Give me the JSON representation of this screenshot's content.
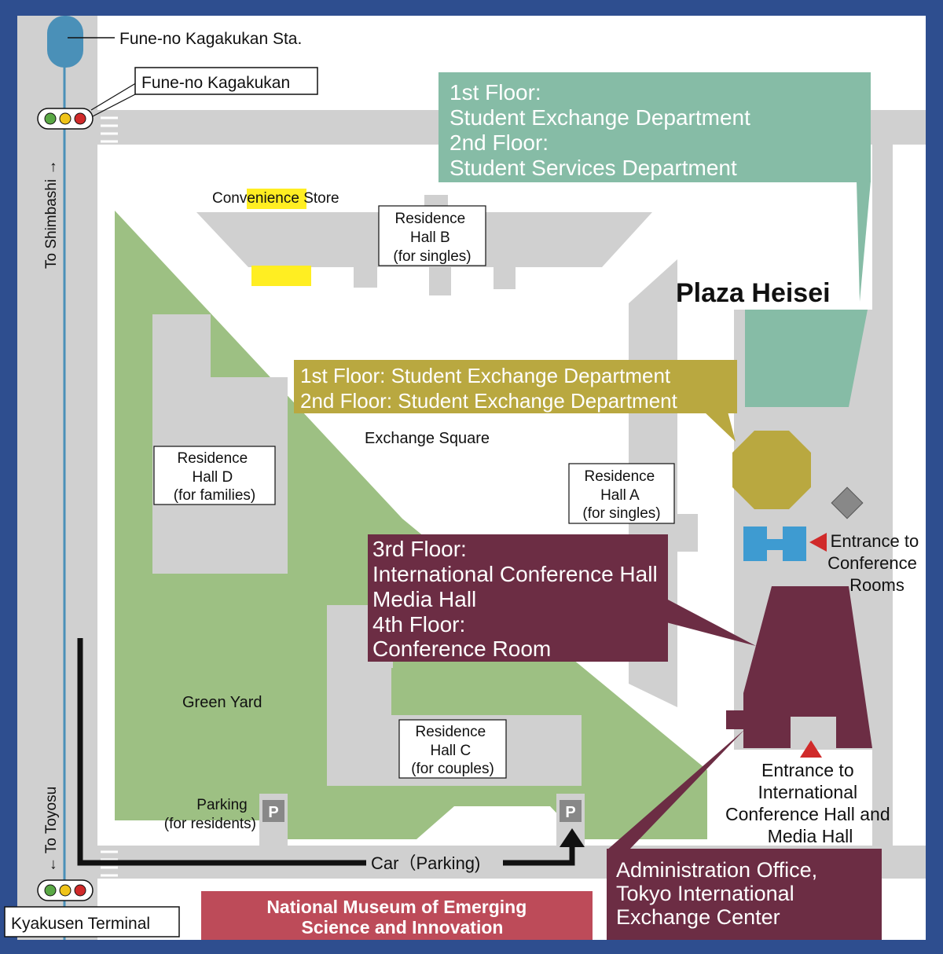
{
  "stations": {
    "fune_station": "Fune-no Kagakukan Sta.",
    "fune_signal": "Fune-no Kagakukan",
    "kyakusen": "Kyakusen Terminal"
  },
  "directions": {
    "shimbashi": "To Shimbashi →",
    "toyosu": "← To Toyosu"
  },
  "plaza_heisei": {
    "title": "Plaza Heisei",
    "callout": [
      "1st Floor:",
      "Student Exchange Department",
      "2nd Floor:",
      "Student Services Department"
    ]
  },
  "exchange_callout": [
    "1st Floor:  Student Exchange Department",
    "2nd Floor: Student Exchange Department"
  ],
  "conference_callout": [
    "3rd Floor:",
    "International Conference Hall",
    "Media Hall",
    "4th Floor:",
    "Conference Room"
  ],
  "admin_callout": [
    "Administration Office,",
    "Tokyo International",
    "Exchange Center"
  ],
  "convenience_store": "Convenience Store",
  "residence_halls": {
    "a": [
      "Residence",
      "Hall A",
      "(for singles)"
    ],
    "b": [
      "Residence",
      "Hall B",
      "(for singles)"
    ],
    "c": [
      "Residence",
      "Hall C",
      "(for couples)"
    ],
    "d": [
      "Residence",
      "Hall D",
      "(for families)"
    ]
  },
  "areas": {
    "exchange_square": "Exchange Square",
    "green_yard": "Green Yard"
  },
  "parking": {
    "residents": [
      "Parking",
      "(for residents)"
    ],
    "symbol": "P",
    "car": "Car（Parking)"
  },
  "entrances": {
    "conference_rooms": [
      "Entrance to",
      "Conference",
      "Rooms"
    ],
    "international_hall": [
      "Entrance to",
      "International",
      "Conference Hall and",
      "Media Hall"
    ]
  },
  "museum": [
    "National Museum of Emerging",
    "Science and Innovation"
  ],
  "colors": {
    "frame": "#2e4e8f",
    "road": "#d0d0d0",
    "green": "#9dc083",
    "teal": "#86bca6",
    "olive": "#b9a840",
    "maroon": "#6c2d44",
    "museum": "#bd4b59",
    "yellow": "#ffee22",
    "blue": "#3e9bd1",
    "rail": "#4a90b8"
  }
}
